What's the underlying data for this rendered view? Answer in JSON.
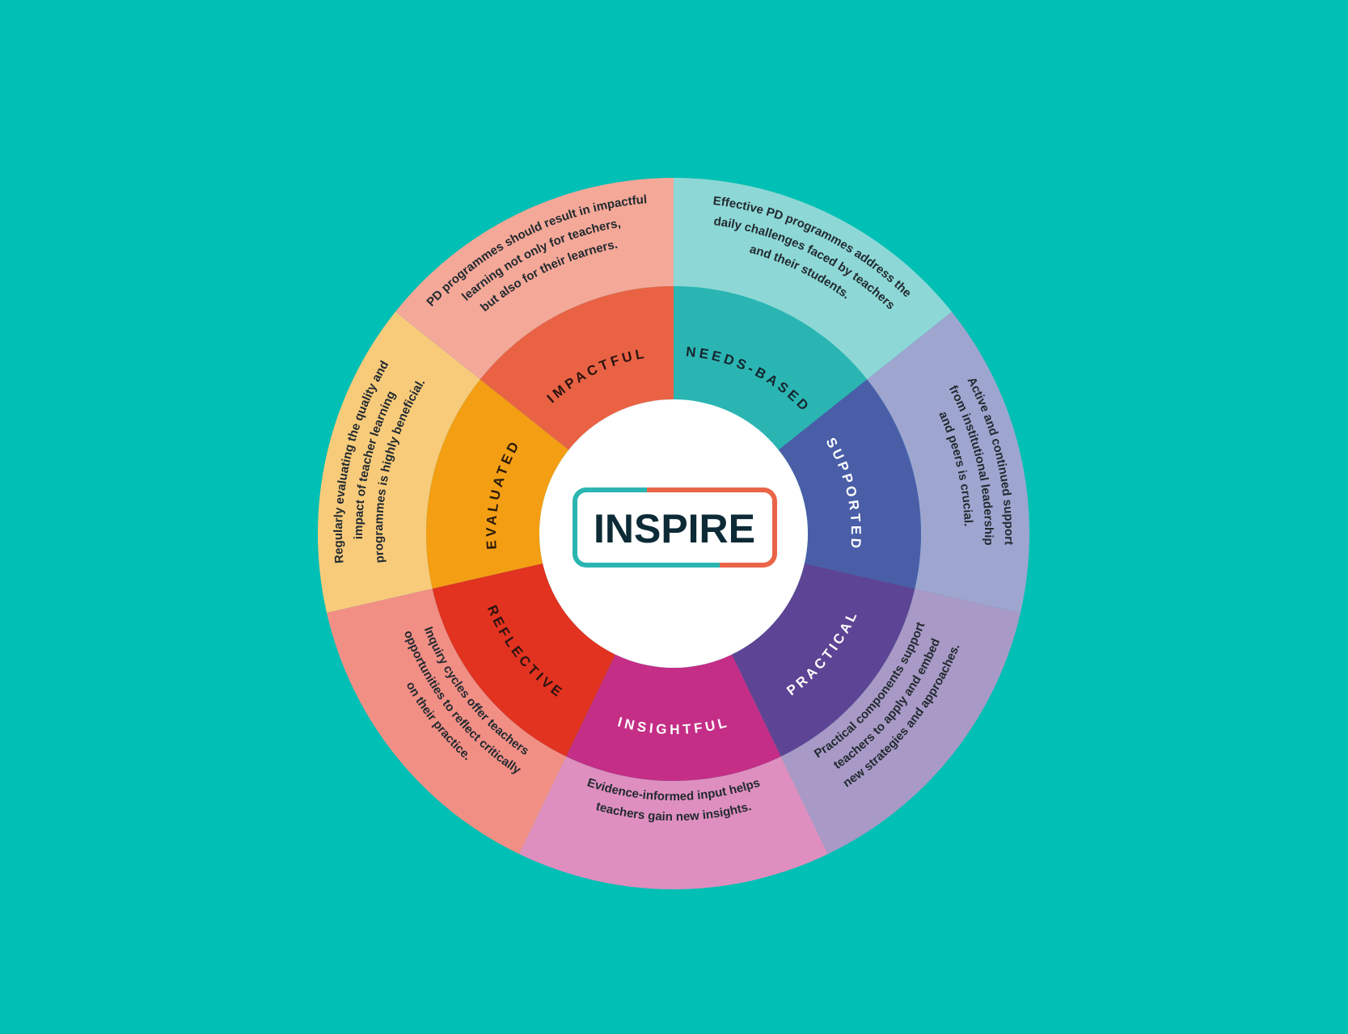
{
  "title": "INSPIRE",
  "colors": {
    "background": "#00bfb4",
    "center": "#ffffff",
    "title": "#0d2b36",
    "badge_teal": "#2bb5b0",
    "badge_coral": "#ea6548"
  },
  "segments": [
    {
      "label": "NEEDS-BASED",
      "description": [
        "Effective PD programmes address the",
        "daily challenges faced by teachers",
        "and their students."
      ],
      "inner_color": "#2bb5b2",
      "outer_color": "#8dd8d6",
      "label_color": "#14262e"
    },
    {
      "label": "SUPPORTED",
      "description": [
        "Active and continued support",
        "from institutional leadership",
        "and peers is crucial."
      ],
      "inner_color": "#4a5ea8",
      "outer_color": "#9ea6d0",
      "label_color": "#ffffff"
    },
    {
      "label": "PRACTICAL",
      "description": [
        "Practical components support",
        "teachers to apply and embed",
        "new strategies and approaches."
      ],
      "inner_color": "#5e4494",
      "outer_color": "#a899c6",
      "label_color": "#ffffff"
    },
    {
      "label": "INSIGHTFUL",
      "description": [
        "Evidence-informed input helps",
        "teachers gain new insights."
      ],
      "inner_color": "#c42e86",
      "outer_color": "#de8fbf",
      "label_color": "#ffffff"
    },
    {
      "label": "REFLECTIVE",
      "description": [
        "Inquiry cycles offer teachers",
        "opportunities to reflect critically",
        "on their practice."
      ],
      "inner_color": "#e23220",
      "outer_color": "#f28f85",
      "label_color": "#2a1410"
    },
    {
      "label": "EVALUATED",
      "description": [
        "Regularly evaluating the quality and",
        "impact of teacher learning",
        "programmes is highly beneficial."
      ],
      "inner_color": "#f49e14",
      "outer_color": "#f8cb7b",
      "label_color": "#2a1a08"
    },
    {
      "label": "IMPACTFUL",
      "description": [
        "PD programmes should result in impactful",
        "learning not only for teachers,",
        "but also for their learners."
      ],
      "inner_color": "#ea6244",
      "outer_color": "#f4a898",
      "label_color": "#2a1410"
    }
  ]
}
